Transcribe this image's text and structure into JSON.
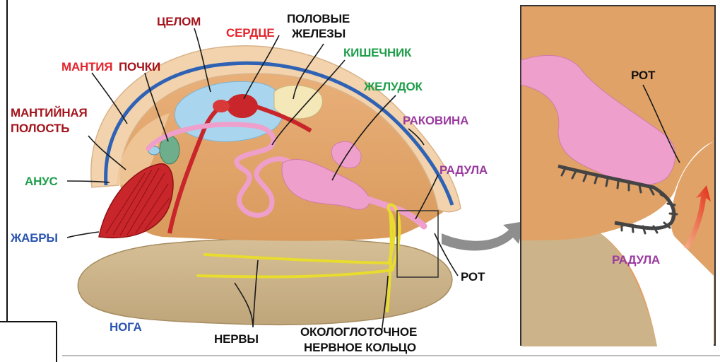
{
  "labels": {
    "coelom": "ЦЕЛОМ",
    "heart": "СЕРДЦЕ",
    "gonads_line1": "ПОЛОВЫЕ",
    "gonads_line2": "ЖЕЛЕЗЫ",
    "intestine": "КИШЕЧНИК",
    "mantle": "МАНТИЯ",
    "kidneys": "ПОЧКИ",
    "stomach": "ЖЕЛУДОК",
    "mantle_cavity_line1": "МАНТИЙНАЯ",
    "mantle_cavity_line2": "ПОЛОСТЬ",
    "shell": "РАКОВИНА",
    "anus": "АНУС",
    "radula": "РАДУЛА",
    "gills": "ЖАБРЫ",
    "mouth": "РОТ",
    "foot": "НОГА",
    "nerves": "НЕРВЫ",
    "ring_line1": "ОКОЛОГЛОТОЧНОЕ",
    "ring_line2": "НЕРВНОЕ КОЛЬЦО",
    "inset_mouth": "РОТ",
    "inset_radula": "РАДУЛА"
  },
  "colors": {
    "label_dark_red": "#a3141c",
    "label_red": "#e3242b",
    "label_green": "#1e9e4a",
    "label_blue": "#2a55b0",
    "label_purple": "#9a3aa0",
    "label_black": "#111111",
    "shell": "#f2d3ad",
    "body": "#e0a267",
    "foot": "#cdb389",
    "gills": "#c8262a",
    "mantle_line": "#2f62b5",
    "coelom": "#a9d6ee",
    "digestive": "#ef9fcb",
    "nerves": "#e8dc2e",
    "arrow_gray": "#8e8e8e",
    "arrow_red": "#e04020"
  }
}
